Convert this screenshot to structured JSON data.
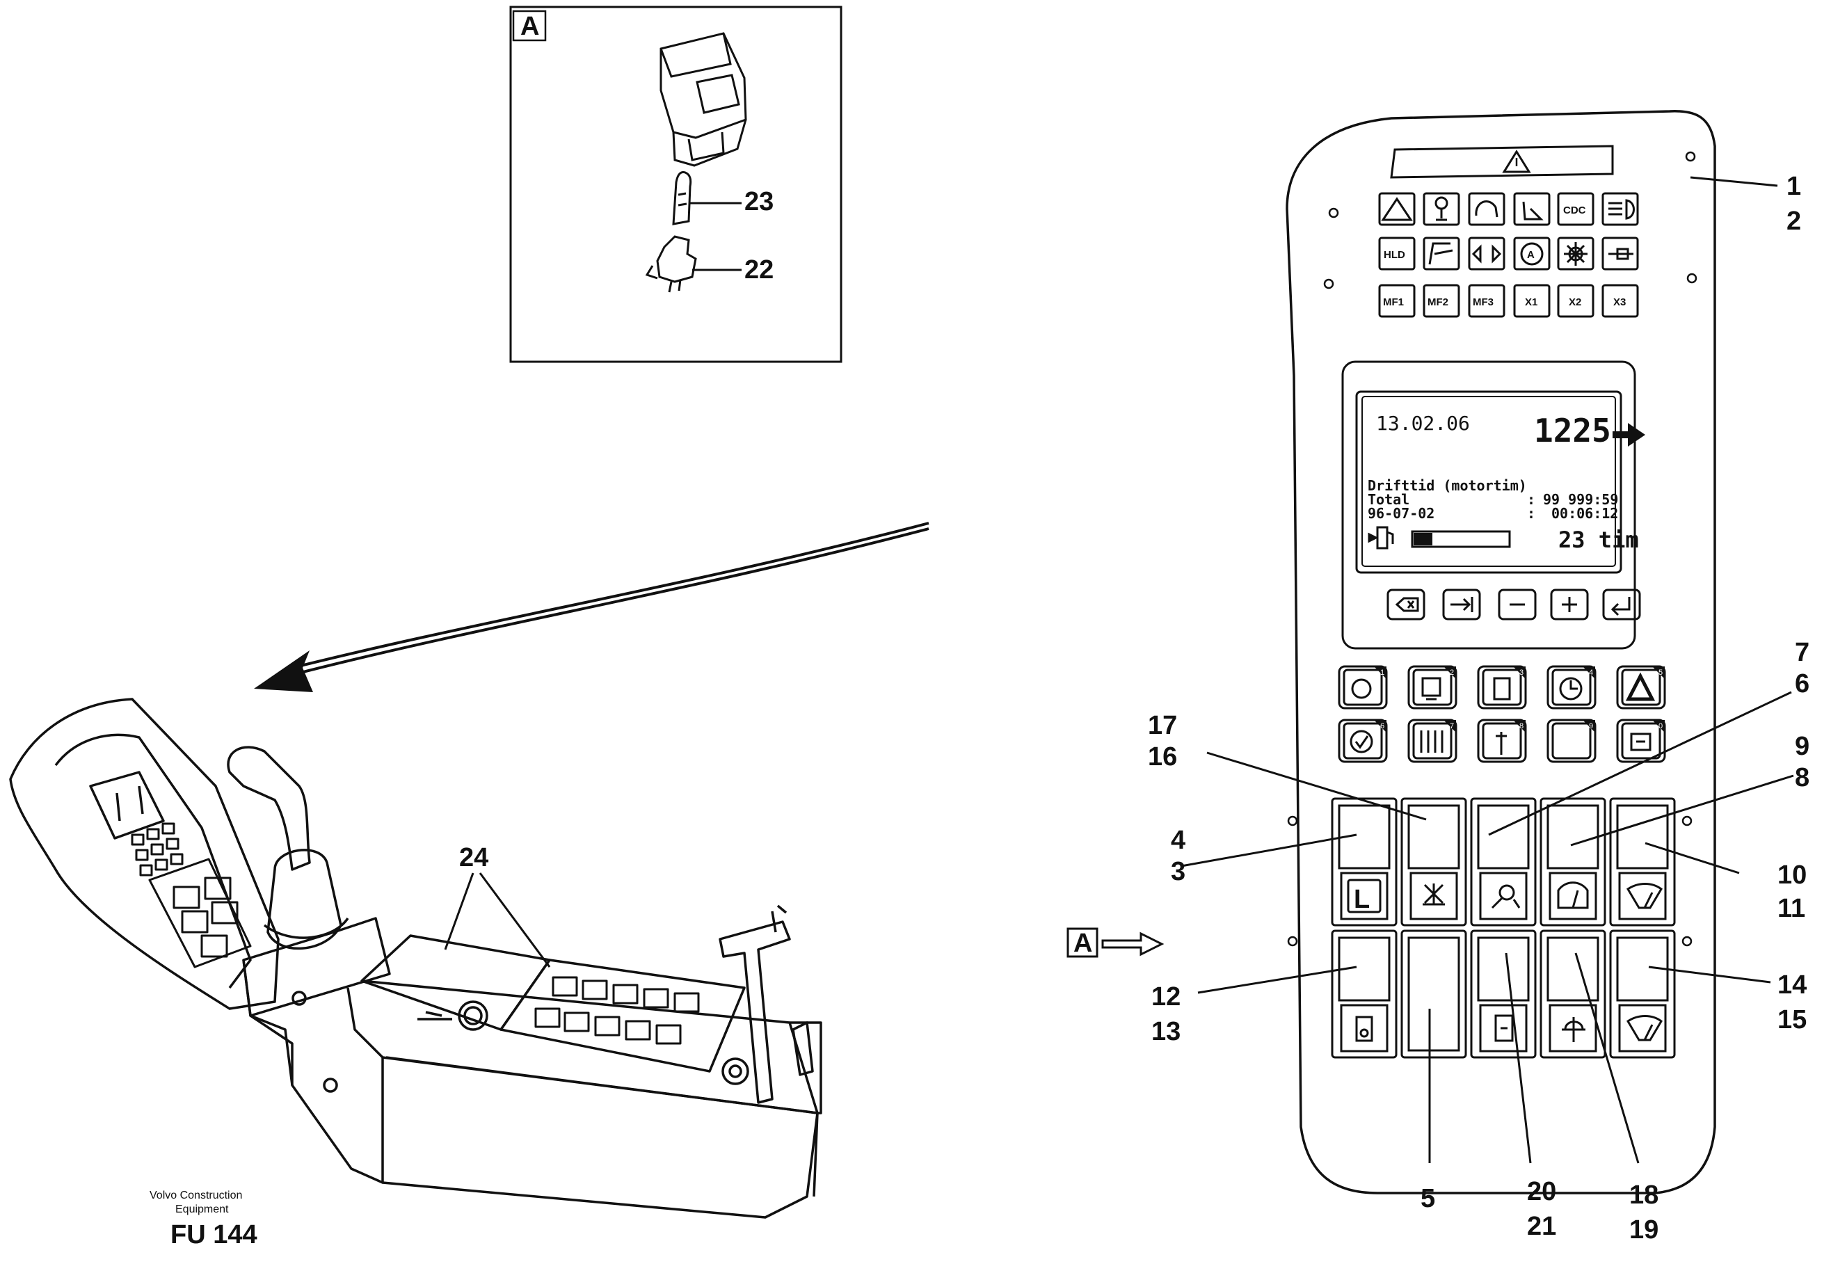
{
  "inset": {
    "label": "A",
    "callouts": [
      "23",
      "22"
    ]
  },
  "panel": {
    "top_keys_row2": [
      "HLD"
    ],
    "top_keys_row1": [
      "CDC"
    ],
    "top_keys_row3": [
      "MF1",
      "MF2",
      "MF3",
      "X1",
      "X2",
      "X3"
    ],
    "display": {
      "date": "13.02.06",
      "number": "1225",
      "title": "Drifttid (motortim)",
      "line1_label": "Total",
      "line1_sep": ":",
      "line1_value": "99 999:59",
      "line2_label": "96-07-02",
      "line2_sep": ":",
      "line2_value": "00:06:12",
      "hours": "23 tim",
      "fuel_level": 0.2
    },
    "numbered_keys": [
      "1",
      "2",
      "3",
      "4",
      "5",
      "6",
      "7",
      "8",
      "9",
      "0"
    ],
    "callouts": {
      "c1": "1",
      "c2": "2",
      "c3": "3",
      "c4": "4",
      "c5": "5",
      "c6": "6",
      "c7": "7",
      "c8": "8",
      "c9": "9",
      "c10": "10",
      "c11": "11",
      "c12": "12",
      "c13": "13",
      "c14": "14",
      "c15": "15",
      "c16": "16",
      "c17": "17",
      "c18": "18",
      "c19": "19",
      "c20": "20",
      "c21": "21"
    },
    "arrow_label": "A",
    "switch_L": "L"
  },
  "console": {
    "callout": "24"
  },
  "footer": {
    "line1": "Volvo Construction",
    "line2": "Equipment",
    "code": "FU 144"
  }
}
